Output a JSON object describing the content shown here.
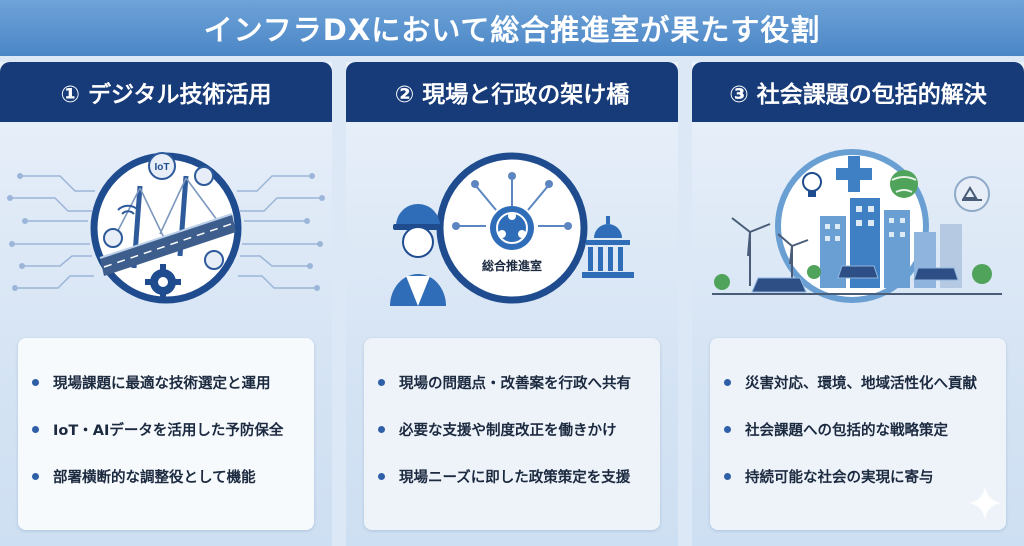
{
  "title": "インフラDXにおいて総合推進室が果たす役割",
  "columns": [
    {
      "heading": "① デジタル技術活用",
      "iot_tag": "IoT",
      "bullets": [
        "現場課題に最適な技術選定と運用",
        "IoT・AIデータを活用した予防保全",
        "部署横断的な調整役として機能"
      ]
    },
    {
      "heading": "② 現場と行政の架け橋",
      "hub_label": "総合推進室",
      "bullets": [
        "現場の問題点・改善案を行政へ共有",
        "必要な支援や制度改正を働きかけ",
        "現場ニーズに即した政策策定を支援"
      ]
    },
    {
      "heading": "③ 社会課題の包括的解決",
      "bullets": [
        "災害対応、環境、地域活性化へ貢献",
        "社会課題への包括的な戦略策定",
        "持続可能な社会の実現に寄与"
      ]
    }
  ],
  "colors": {
    "navy": "#173a78",
    "banner": "#4a86c6",
    "accent": "#2f5fa7",
    "green": "#4fa35a"
  }
}
